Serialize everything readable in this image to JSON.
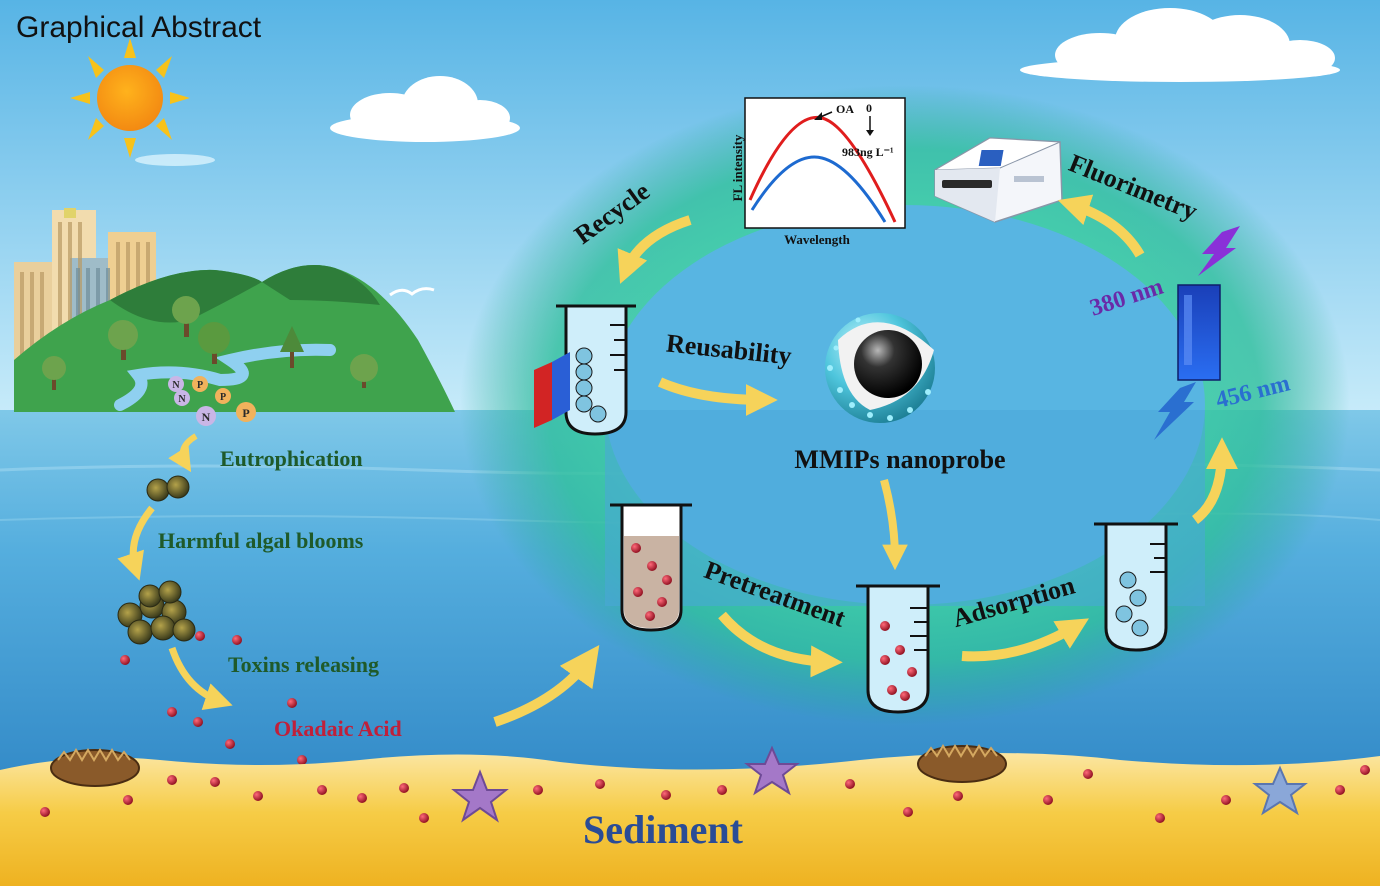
{
  "header": {
    "title": "Graphical Abstract"
  },
  "pollution_chain": {
    "nutrients": [
      "N",
      "P",
      "N",
      "P",
      "N",
      "P"
    ],
    "steps": [
      "Eutrophication",
      "Harmful algal blooms",
      "Toxins releasing",
      "Okadaic Acid"
    ]
  },
  "cycle": {
    "center_label": "MMIPs nanoprobe",
    "steps": {
      "pretreatment": "Pretreatment",
      "adsorption": "Adsorption",
      "fluorimetry": "Fluorimetry",
      "recycle": "Recycle",
      "reusability": "Reusability"
    },
    "excitation": "380 nm",
    "emission": "456 nm"
  },
  "spectrum": {
    "ylabel": "FL intensity",
    "xlabel": "Wavelength",
    "peak_label": "OA",
    "conc_high": "0",
    "conc_low": "983ng L⁻¹"
  },
  "ground": {
    "label": "Sediment"
  },
  "colors": {
    "sky_top": "#5cb8e6",
    "sea": "#3f9bd2",
    "ring": "#3cc9a4",
    "arrow": "#f6d35a",
    "toxin": "#b0182a",
    "sand": "#f3c330",
    "label_green": "#1f5a2a",
    "label_red": "#c0203a",
    "label_blue": "#2a4c96"
  }
}
